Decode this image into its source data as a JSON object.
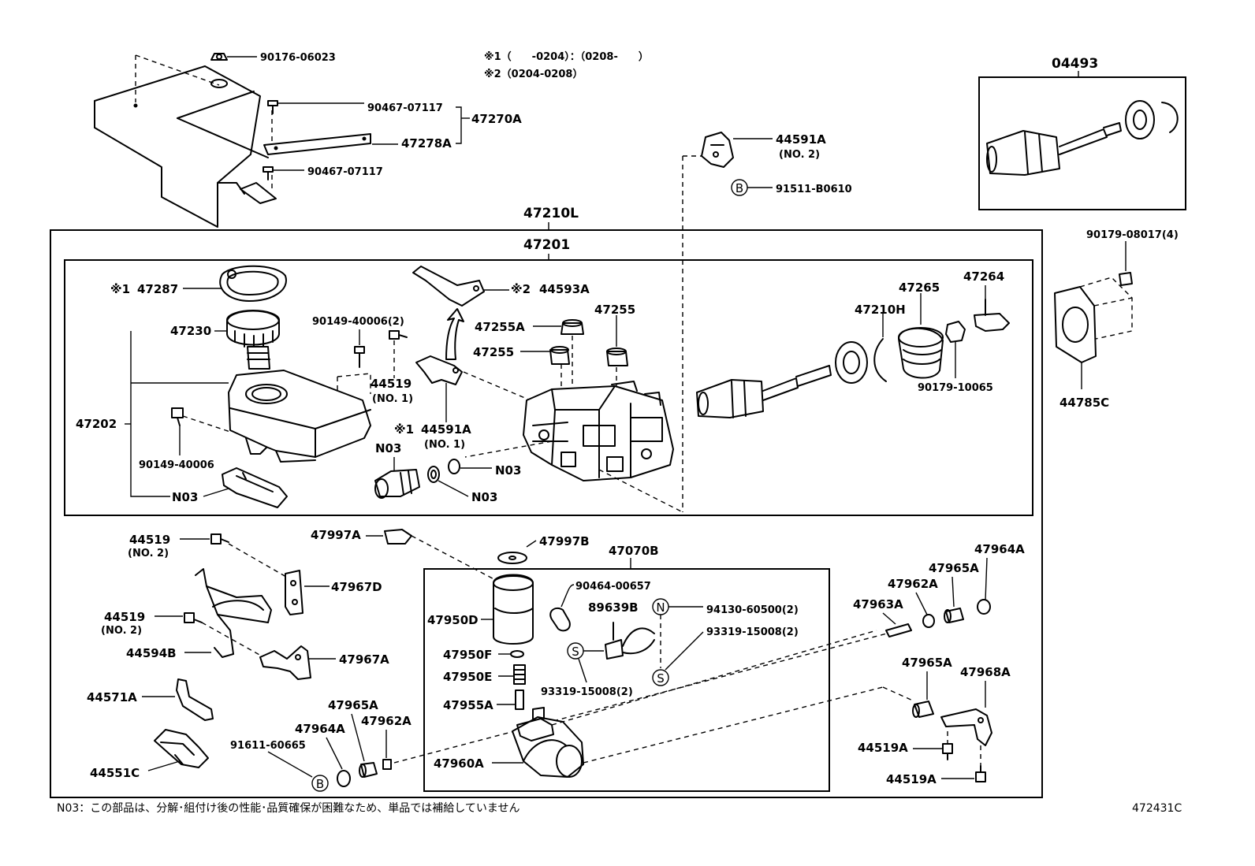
{
  "notes": {
    "mark1": "※1（　　-0204）：（0208-　　）",
    "mark2": "※2（0204-0208）",
    "footer": "N03：この部品は、分解･組付け後の性能･品質確保が困難なため、単品では補給していません",
    "figure_code": "472431C"
  },
  "assemblies": {
    "outer": "47210L",
    "inner": "47201",
    "pump": "47070B",
    "kit": "04493"
  },
  "symbols": {
    "b": "B",
    "n": "N",
    "s": "S"
  },
  "parts": {
    "p90176_06023": "90176-06023",
    "p90467_07117a": "90467-07117",
    "p47270A": "47270A",
    "p47278A": "47278A",
    "p90467_07117b": "90467-07117",
    "p44591A_2": "44591A",
    "p44591A_2_sub": "(NO. 2)",
    "p91511_B0610": "91511-B0610",
    "p90179_08017": "90179-08017(4)",
    "p44785C": "44785C",
    "p47287": "47287",
    "p47287_mark": "※1",
    "p44593A": "44593A",
    "p44593A_mark": "※2",
    "p47230": "47230",
    "p90149_40006_2": "90149-40006(2)",
    "p47255A": "47255A",
    "p47255a": "47255",
    "p47255b": "47255",
    "p44519_1": "44519",
    "p44519_1_sub": "(NO. 1)",
    "p47202": "47202",
    "p44591A_1": "44591A",
    "p44591A_1_mark": "※1",
    "p44591A_1_sub": "(NO. 1)",
    "p90149_40006": "90149-40006",
    "pN03_a": "N03",
    "pN03_b": "N03",
    "pN03_c": "N03",
    "pN03_d": "N03",
    "p47210H": "47210H",
    "p47265": "47265",
    "p47264": "47264",
    "p90179_10065": "90179-10065",
    "p44519_2a": "44519",
    "p44519_2a_sub": "(NO. 2)",
    "p47997A": "47997A",
    "p47997B": "47997B",
    "p47967D": "47967D",
    "p44519_2b": "44519",
    "p44519_2b_sub": "(NO. 2)",
    "p44594B": "44594B",
    "p47967A": "47967A",
    "p90464_00657": "90464-00657",
    "p47950D": "47950D",
    "p89639B": "89639B",
    "p94130_60500": "94130-60500(2)",
    "p93319_15008a": "93319-15008(2)",
    "p93319_15008b": "93319-15008(2)",
    "p47950F": "47950F",
    "p47950E": "47950E",
    "p47955A": "47955A",
    "p47960A": "47960A",
    "p44571A": "44571A",
    "p44551C": "44551C",
    "p91611_60665": "91611-60665",
    "p47965A_l": "47965A",
    "p47964A_l": "47964A",
    "p47962A_l": "47962A",
    "p47964A_r": "47964A",
    "p47965A_r": "47965A",
    "p47962A_r": "47962A",
    "p47963A": "47963A",
    "p47965A_r2": "47965A",
    "p47968A": "47968A",
    "p44519A_a": "44519A",
    "p44519A_b": "44519A"
  }
}
